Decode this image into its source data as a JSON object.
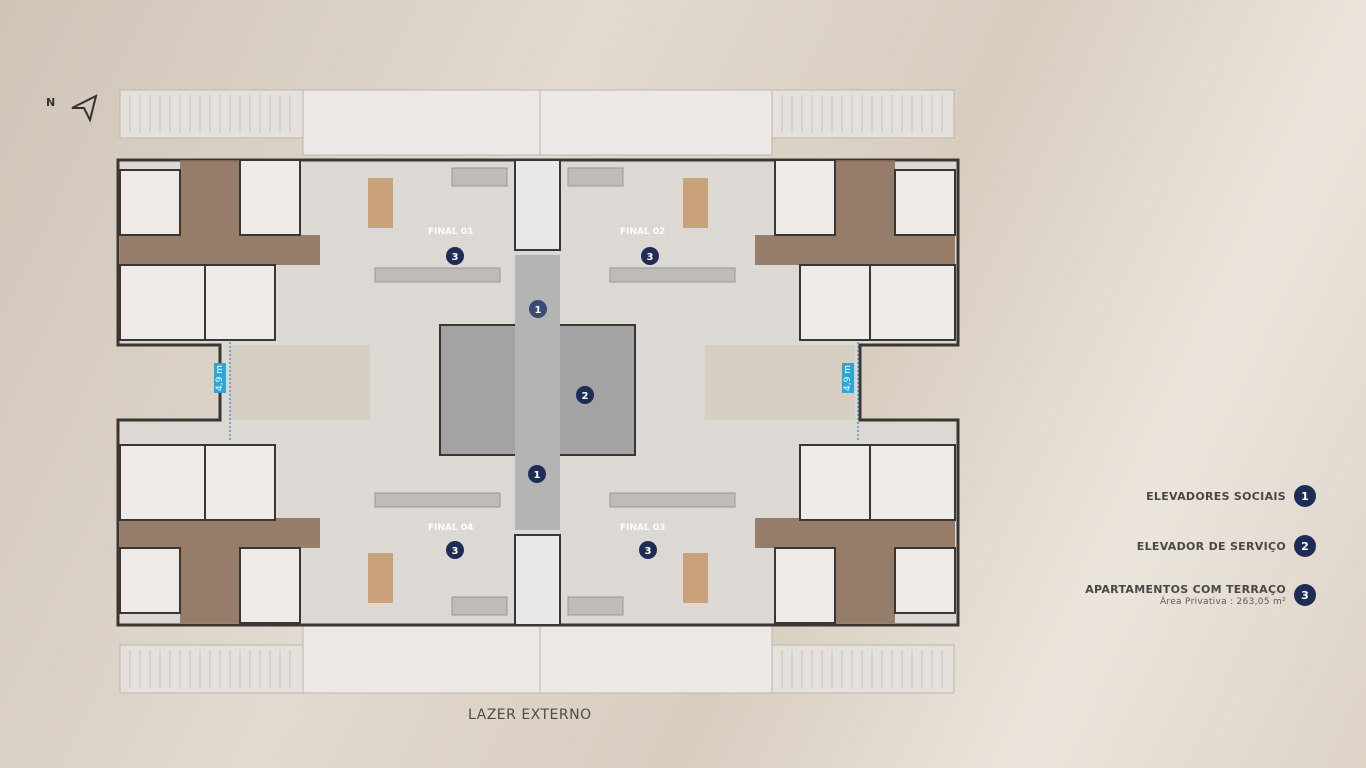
{
  "compass": {
    "label": "N"
  },
  "units": [
    {
      "label": "FINAL 01",
      "marker": "3"
    },
    {
      "label": "FINAL 02",
      "marker": "3"
    },
    {
      "label": "FINAL 04",
      "marker": "3"
    },
    {
      "label": "FINAL 03",
      "marker": "3"
    }
  ],
  "core_markers": {
    "social_top": "1",
    "service": "2",
    "social_bottom": "1"
  },
  "dimensions": {
    "left": "4,9 m",
    "right": "4,9 m"
  },
  "footer": {
    "label": "LAZER EXTERNO"
  },
  "legend": [
    {
      "text": "ELEVADORES SOCIAIS",
      "marker": "1"
    },
    {
      "text": "ELEVADOR DE SERVIÇO",
      "marker": "2"
    },
    {
      "text": "APARTAMENTOS COM TERRAÇO",
      "sub": "Área Privativa : 263,05 m²",
      "marker": "3"
    }
  ],
  "colors": {
    "badge": "#1e2d55",
    "dimension": "#2aa7d8"
  }
}
